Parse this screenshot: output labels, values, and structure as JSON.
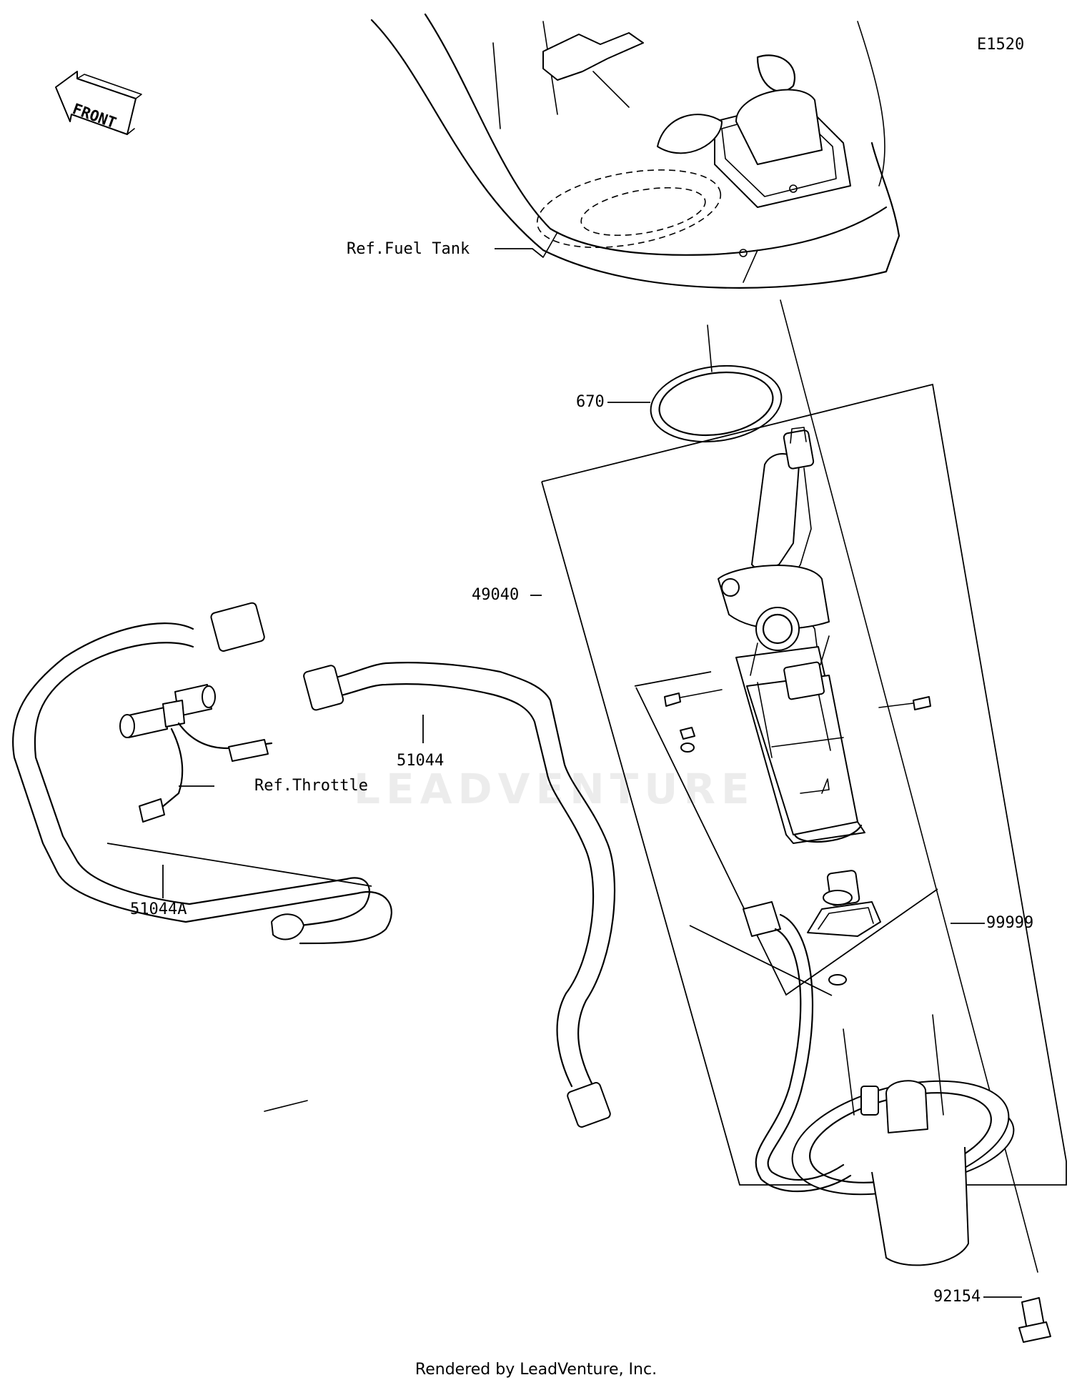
{
  "diagram": {
    "code": "E1520",
    "front_marker": "FRONT",
    "footer": "Rendered by LeadVenture, Inc.",
    "watermark": "LEADVENTURE"
  },
  "callouts": [
    {
      "id": "ref-fuel-tank",
      "text": "Ref.Fuel Tank"
    },
    {
      "id": "670",
      "text": "670"
    },
    {
      "id": "49040",
      "text": "49040"
    },
    {
      "id": "51044",
      "text": "51044"
    },
    {
      "id": "ref-throttle",
      "text": "Ref.Throttle"
    },
    {
      "id": "51044a",
      "text": "51044A"
    },
    {
      "id": "99999",
      "text": "99999"
    },
    {
      "id": "92154",
      "text": "92154"
    }
  ]
}
